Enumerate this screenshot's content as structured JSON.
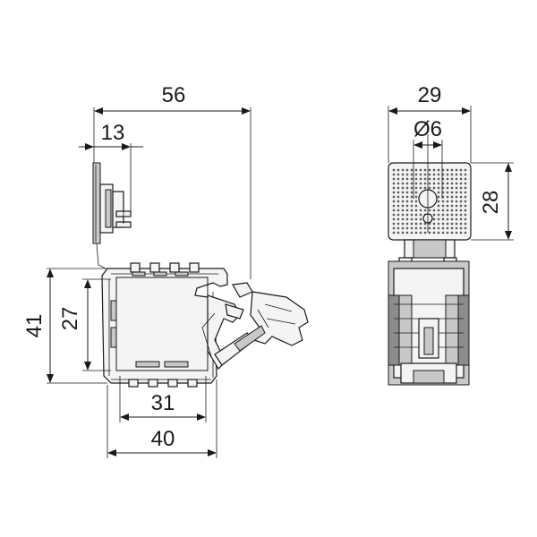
{
  "dimensions": {
    "overall_width": "56",
    "plate_offset": "13",
    "overall_height": "41",
    "inner_height": "27",
    "inner_width": "31",
    "base_width": "40",
    "side_width": "29",
    "hole_diameter": "Ø6",
    "plate_height": "28"
  }
}
